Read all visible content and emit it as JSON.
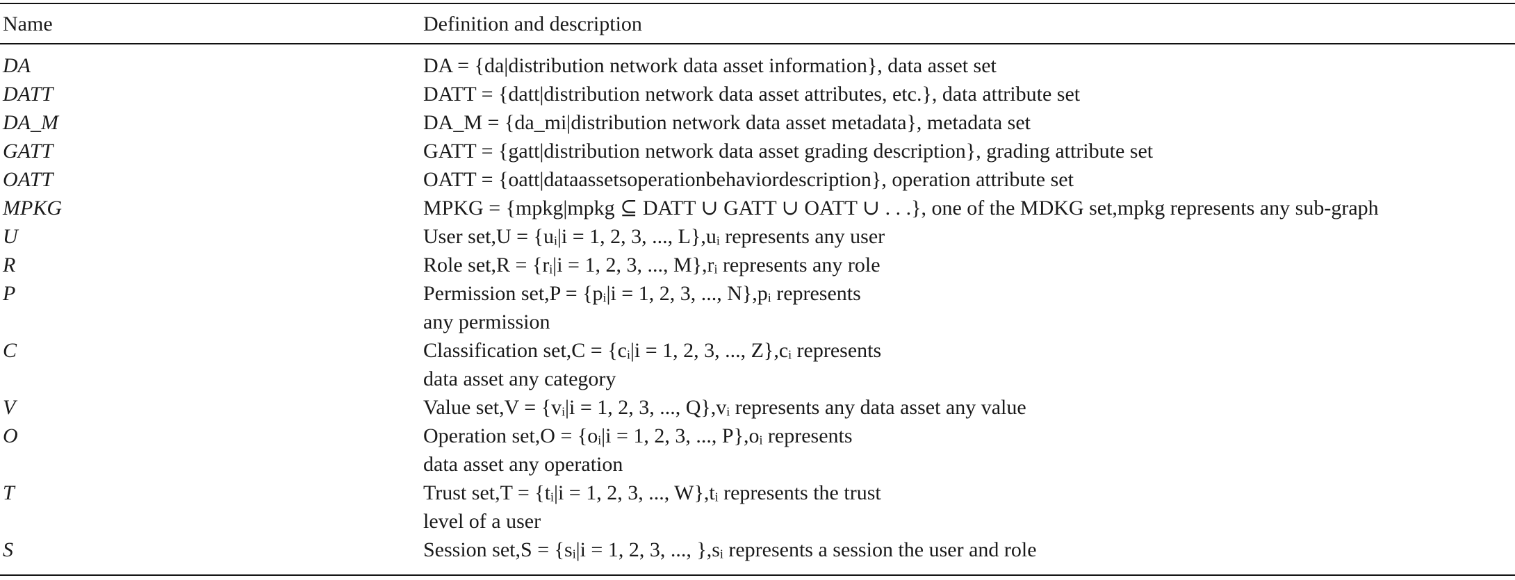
{
  "table": {
    "headers": {
      "name": "Name",
      "definition": "Definition and description"
    },
    "rows": [
      {
        "name": "DA",
        "lines": [
          "DA = {da|distribution network data asset information}, data asset set"
        ]
      },
      {
        "name": "DATT",
        "lines": [
          "DATT = {datt|distribution network data asset attributes, etc.}, data attribute set"
        ]
      },
      {
        "name": "DA_M",
        "lines": [
          "DA_M = {da_mi|distribution network data asset metadata}, metadata set"
        ]
      },
      {
        "name": "GATT",
        "lines": [
          "GATT = {gatt|distribution network data asset grading description}, grading attribute set"
        ]
      },
      {
        "name": "OATT",
        "lines": [
          "OATT = {oatt|dataassetsoperationbehaviordescription}, operation attribute set"
        ]
      },
      {
        "name": "MPKG",
        "lines": [
          "MPKG = {mpkg|mpkg ⊆ DATT ∪ GATT ∪ OATT ∪ . . .}, one of the MDKG set,mpkg represents any sub-graph"
        ]
      },
      {
        "name": "U",
        "lines": [
          "User set,U = {uᵢ|i = 1, 2, 3, ..., L},uᵢ represents any user"
        ]
      },
      {
        "name": "R",
        "lines": [
          "Role set,R = {rᵢ|i = 1, 2, 3, ..., M},rᵢ represents any role"
        ]
      },
      {
        "name": "P",
        "lines": [
          "Permission set,P = {pᵢ|i = 1, 2, 3, ..., N},pᵢ represents",
          "any permission"
        ]
      },
      {
        "name": "C",
        "lines": [
          "Classification set,C = {cᵢ|i = 1, 2, 3, ..., Z},cᵢ represents",
          "data asset any category"
        ]
      },
      {
        "name": "V",
        "lines": [
          "Value set,V = {vᵢ|i = 1, 2, 3, ..., Q},vᵢ represents any data asset any value"
        ]
      },
      {
        "name": "O",
        "lines": [
          "Operation set,O = {oᵢ|i = 1, 2, 3, ..., P},oᵢ represents",
          "data asset any operation"
        ]
      },
      {
        "name": "T",
        "lines": [
          "Trust set,T = {tᵢ|i = 1, 2, 3, ..., W},tᵢ represents the trust",
          "level of a user"
        ]
      },
      {
        "name": "S",
        "lines": [
          "Session set,S = {sᵢ|i = 1, 2, 3, ..., },sᵢ represents a session the user and role"
        ]
      }
    ]
  }
}
